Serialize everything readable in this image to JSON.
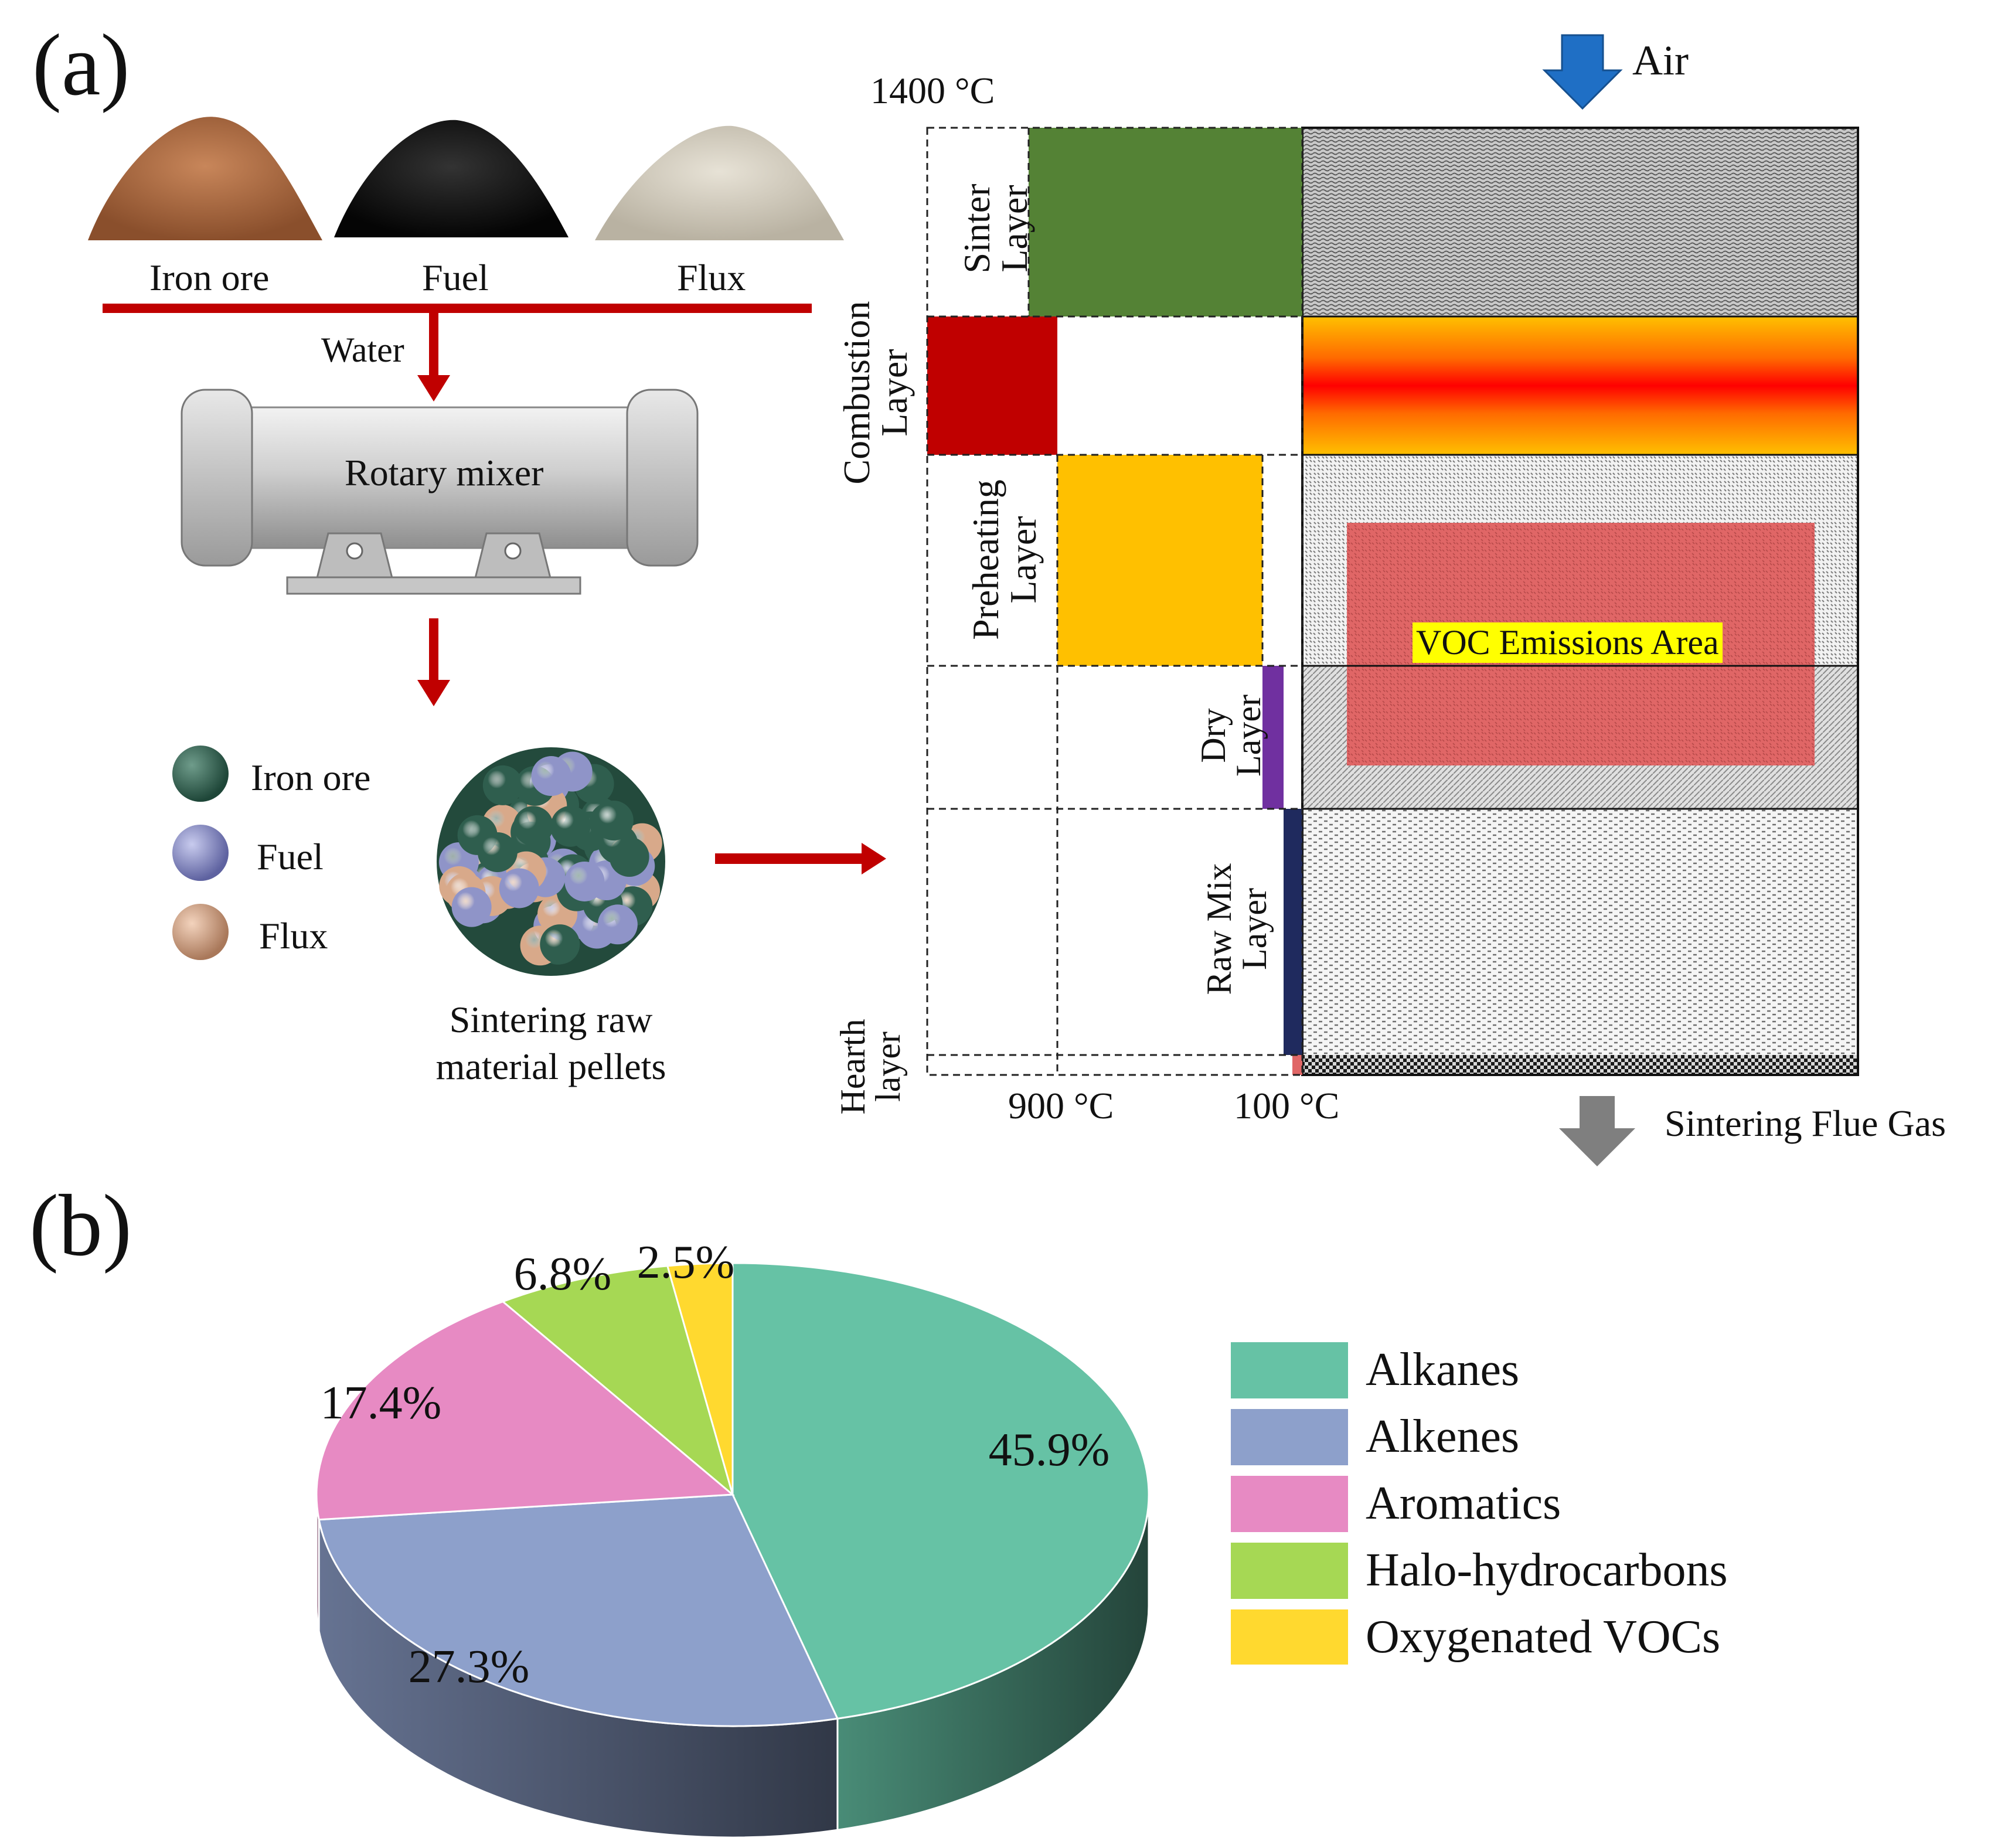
{
  "panel_a": {
    "label": "(a)",
    "materials": [
      "Iron ore",
      "Fuel",
      "Flux"
    ],
    "water": "Water",
    "mixer": "Rotary mixer",
    "pellet_legend": [
      {
        "label": "Iron ore",
        "color": "#2f5e4e"
      },
      {
        "label": "Fuel",
        "color": "#8f94c8"
      },
      {
        "label": "Flux",
        "color": "#d8a98a"
      }
    ],
    "pellets_caption": [
      "Sintering raw",
      "material pellets"
    ],
    "temps": {
      "t1400": "1400 °C",
      "t900": "900 °C",
      "t100": "100 °C"
    },
    "air": "Air",
    "flue": "Sintering Flue Gas",
    "voc_area": "VOC Emissions Area",
    "layers": {
      "sinter": [
        "Sinter",
        "Layer"
      ],
      "combustion": [
        "Combustion",
        "Layer"
      ],
      "preheating": [
        "Preheating",
        "Layer"
      ],
      "dry": [
        "Dry",
        "Layer"
      ],
      "rawmix": [
        "Raw Mix",
        "Layer"
      ],
      "hearth": [
        "Hearth",
        "layer"
      ]
    },
    "colors": {
      "sinter": "#548235",
      "combustion": "#c00000",
      "preheating": "#ffc000",
      "dry": "#7030a0",
      "rawmix": "#1f2a5e",
      "voc": "#e06666",
      "arrow_red": "#c00000",
      "arrow_blue": "#1f6fc5",
      "arrow_gray": "#7f7f7f",
      "highlight": "#ffff00"
    }
  },
  "panel_b": {
    "label": "(b)",
    "chart_data": {
      "type": "pie",
      "categories": [
        "Alkanes",
        "Alkenes",
        "Aromatics",
        "Halo-hydrocarbons",
        "Oxygenated VOCs"
      ],
      "values": [
        45.9,
        27.3,
        17.4,
        6.8,
        2.5
      ],
      "value_labels": [
        "45.9%",
        "27.3%",
        "17.4%",
        "6.8%",
        "2.5%"
      ],
      "colors": [
        "#66c2a5",
        "#8da0cb",
        "#e78ac3",
        "#a6d854",
        "#ffd92f"
      ],
      "legend_position": "right",
      "style": "3d"
    }
  }
}
